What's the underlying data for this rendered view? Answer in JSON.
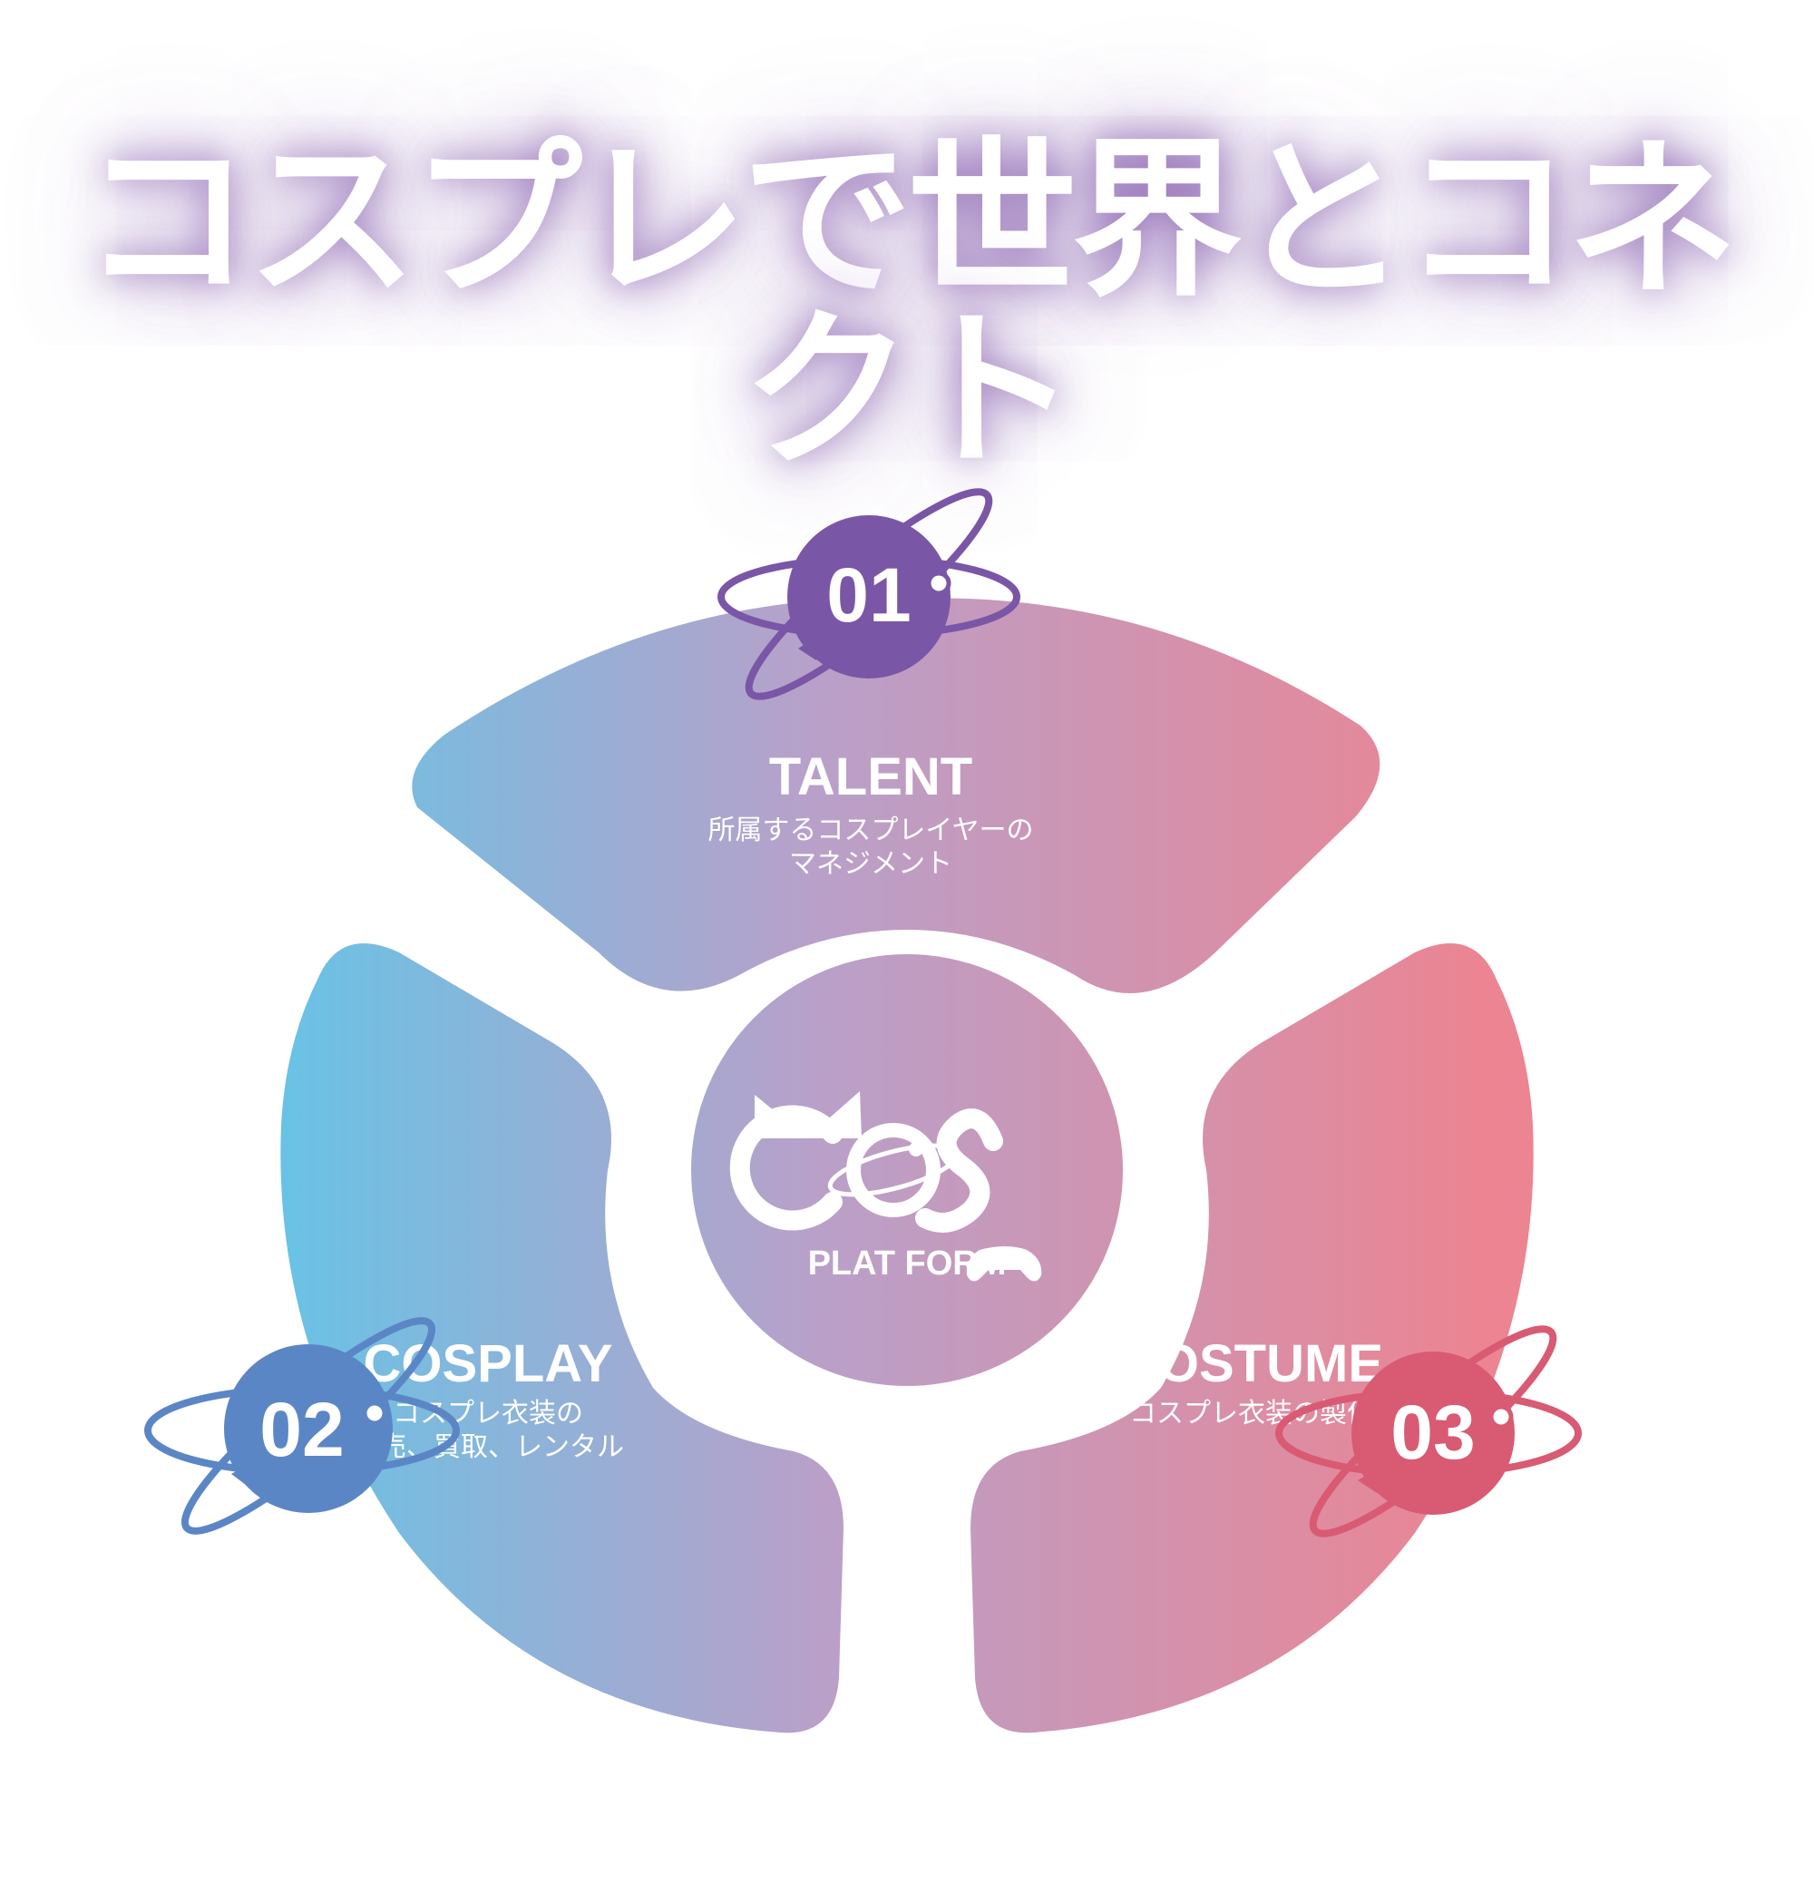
{
  "title": "コスプレで世界とコネクト",
  "center": {
    "brand": "COS",
    "tagline": "PLAT FORM"
  },
  "colors": {
    "blue": "#67c3e6",
    "purple": "#b9a0c9",
    "pink": "#ec8492",
    "badge_purple": "#7a56a6",
    "badge_blue": "#5b86c6",
    "badge_red": "#d85a73"
  },
  "segments": [
    {
      "number": "01",
      "label": "TALENT",
      "desc": [
        "所属するコスプレイヤーの",
        "マネジメント"
      ]
    },
    {
      "number": "02",
      "label": "COSPLAY",
      "desc": [
        "コスプレ衣装の",
        "販売、買取、レンタル"
      ]
    },
    {
      "number": "03",
      "label": "COSTUME",
      "desc": [
        "コスプレ衣装の製作"
      ]
    }
  ]
}
